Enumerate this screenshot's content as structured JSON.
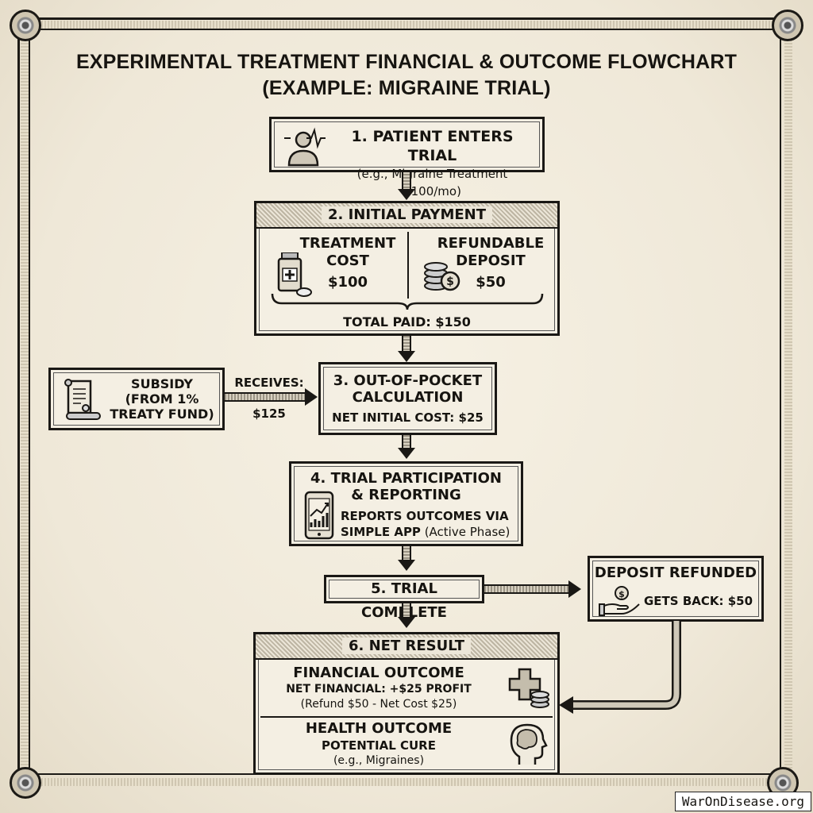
{
  "title": {
    "line1": "EXPERIMENTAL TREATMENT FINANCIAL & OUTCOME FLOWCHART",
    "line2": "(EXAMPLE: MIGRAINE TRIAL)"
  },
  "step1": {
    "title": "1. PATIENT ENTERS TRIAL",
    "subtitle": "(e.g., Migraine Treatment $100/mo)",
    "icon": "patient-heartbeat-icon"
  },
  "step2": {
    "title": "2. INITIAL PAYMENT",
    "treatment_label_1": "TREATMENT",
    "treatment_label_2": "COST",
    "treatment_amount": "$100",
    "deposit_label_1": "REFUNDABLE",
    "deposit_label_2": "DEPOSIT",
    "deposit_amount": "$50",
    "total": "TOTAL PAID: $150"
  },
  "subsidy": {
    "line1": "SUBSIDY",
    "line2": "(FROM 1%",
    "line3": "TREATY FUND)",
    "receives_label": "RECEIVES:",
    "receives_amount": "$125"
  },
  "step3": {
    "title_1": "3. OUT-OF-POCKET",
    "title_2": "CALCULATION",
    "net": "NET INITIAL COST: $25"
  },
  "step4": {
    "title_1": "4. TRIAL PARTICIPATION",
    "title_2": "& REPORTING",
    "line1": "REPORTS OUTCOMES VIA",
    "line2_bold": "SIMPLE APP",
    "line2_rest": " (Active Phase)"
  },
  "step5": {
    "title": "5. TRIAL COMPLETE"
  },
  "refund": {
    "title": "DEPOSIT REFUNDED",
    "text": "GETS BACK: $50"
  },
  "step6": {
    "title": "6. NET RESULT",
    "financial_title": "FINANCIAL OUTCOME",
    "financial_line": "NET FINANCIAL: +$25 PROFIT",
    "financial_note": "(Refund $50 - Net Cost $25)",
    "health_title": "HEALTH OUTCOME",
    "health_line": "POTENTIAL CURE",
    "health_note": "(e.g., Migraines)"
  },
  "watermark": "WarOnDisease.org"
}
